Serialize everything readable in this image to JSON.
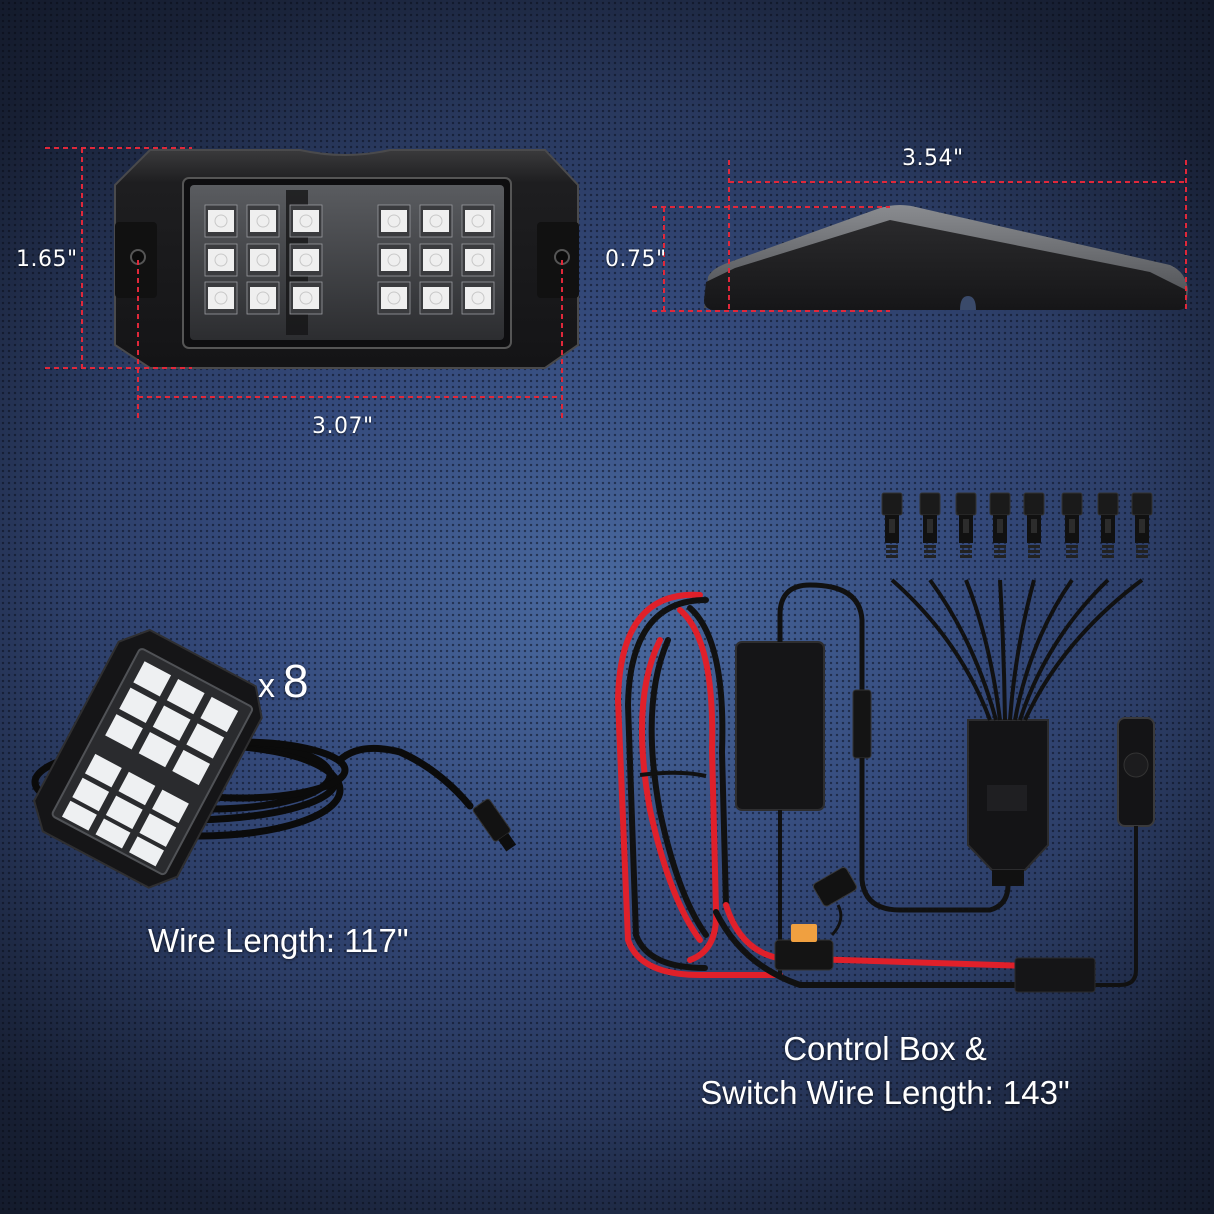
{
  "colors": {
    "background_center": "#4a6aa0",
    "background_edge": "#1f2a45",
    "dimension_line": "#e0283a",
    "housing": "#1c1c1e",
    "led": "#f2f2f2",
    "wire_red": "#e0202a",
    "wire_black": "#111111",
    "fuse": "#f0a040",
    "text": "#ffffff"
  },
  "front_view": {
    "height_label": "1.65\"",
    "mount_width_label": "3.07\"",
    "led_rows": 3,
    "led_columns_per_side": 3,
    "led_count": 18
  },
  "side_view": {
    "width_label": "3.54\"",
    "height_label": "0.75\""
  },
  "pod_kit": {
    "quantity_prefix": "x",
    "quantity": "8",
    "wire_length_caption": "Wire Length: 117\""
  },
  "harness": {
    "output_connectors": 8,
    "caption_line1": "Control Box &",
    "caption_line2": "Switch Wire Length: 143\"",
    "components": [
      "control-box",
      "8-way-splitter",
      "inline-fuse",
      "rocker-switch",
      "power-leads"
    ]
  }
}
